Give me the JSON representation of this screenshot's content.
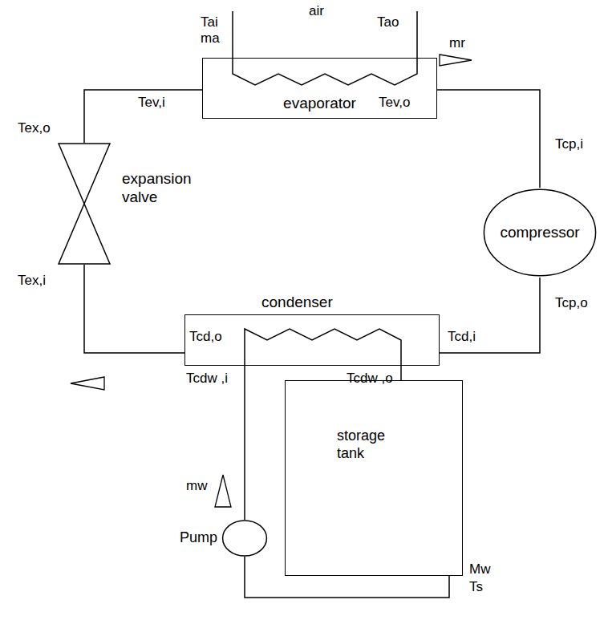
{
  "diagram": {
    "nodes": [
      {
        "text": [
          "evaporator"
        ]
      },
      {
        "text": [
          "expansion valve"
        ]
      },
      {
        "text": [
          "compressor"
        ]
      },
      {
        "text": [
          "condenser"
        ]
      },
      {
        "text": [
          "storage tank"
        ]
      },
      {
        "text": [
          "Pump"
        ]
      }
    ],
    "edges": [
      {
        "from": 0,
        "to": 2,
        "arrow": "none"
      },
      {
        "from": 2,
        "to": 3,
        "arrow": "none"
      },
      {
        "from": 3,
        "to": 1,
        "arrow": "none"
      },
      {
        "from": 1,
        "to": 0,
        "arrow": "none"
      },
      {
        "from": 5,
        "to": 3,
        "arrow": "none"
      },
      {
        "from": 3,
        "to": 4,
        "arrow": "none"
      },
      {
        "from": 4,
        "to": 5,
        "arrow": "none"
      }
    ],
    "labels": [
      "Tai",
      "ma",
      "air",
      "Tao",
      "mr",
      "Tev,i",
      "Tev,o",
      "Tex,o",
      "Tex,i",
      "Tcp,i",
      "Tcp,o",
      "Tcd,o",
      "Tcd,i",
      "Tcdw ,i",
      "Tcdw ,o",
      "mw",
      "Mw",
      "Ts"
    ]
  }
}
